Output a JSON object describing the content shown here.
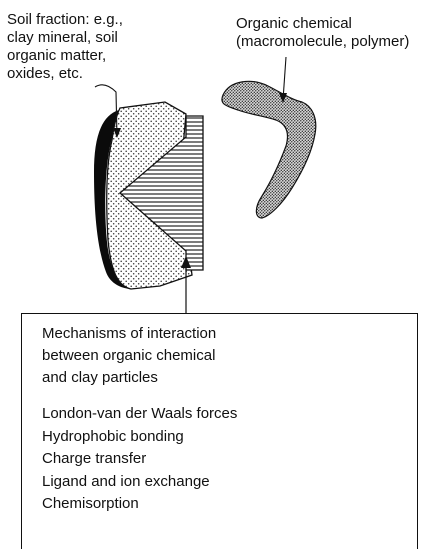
{
  "soil_label": {
    "lines": [
      "Soil fraction: e.g.,",
      "clay mineral, soil",
      "organic matter,",
      "oxides, etc."
    ]
  },
  "organic_label": {
    "lines": [
      "Organic chemical",
      "(macromolecule, polymer)"
    ]
  },
  "mechanisms": {
    "title_lines": [
      "Mechanisms of interaction",
      "between organic chemical",
      "and clay particles"
    ],
    "items": [
      "London-van der Waals forces",
      "Hydrophobic bonding",
      "Charge transfer",
      "Ligand and ion exchange",
      "Chemisorption"
    ]
  }
}
